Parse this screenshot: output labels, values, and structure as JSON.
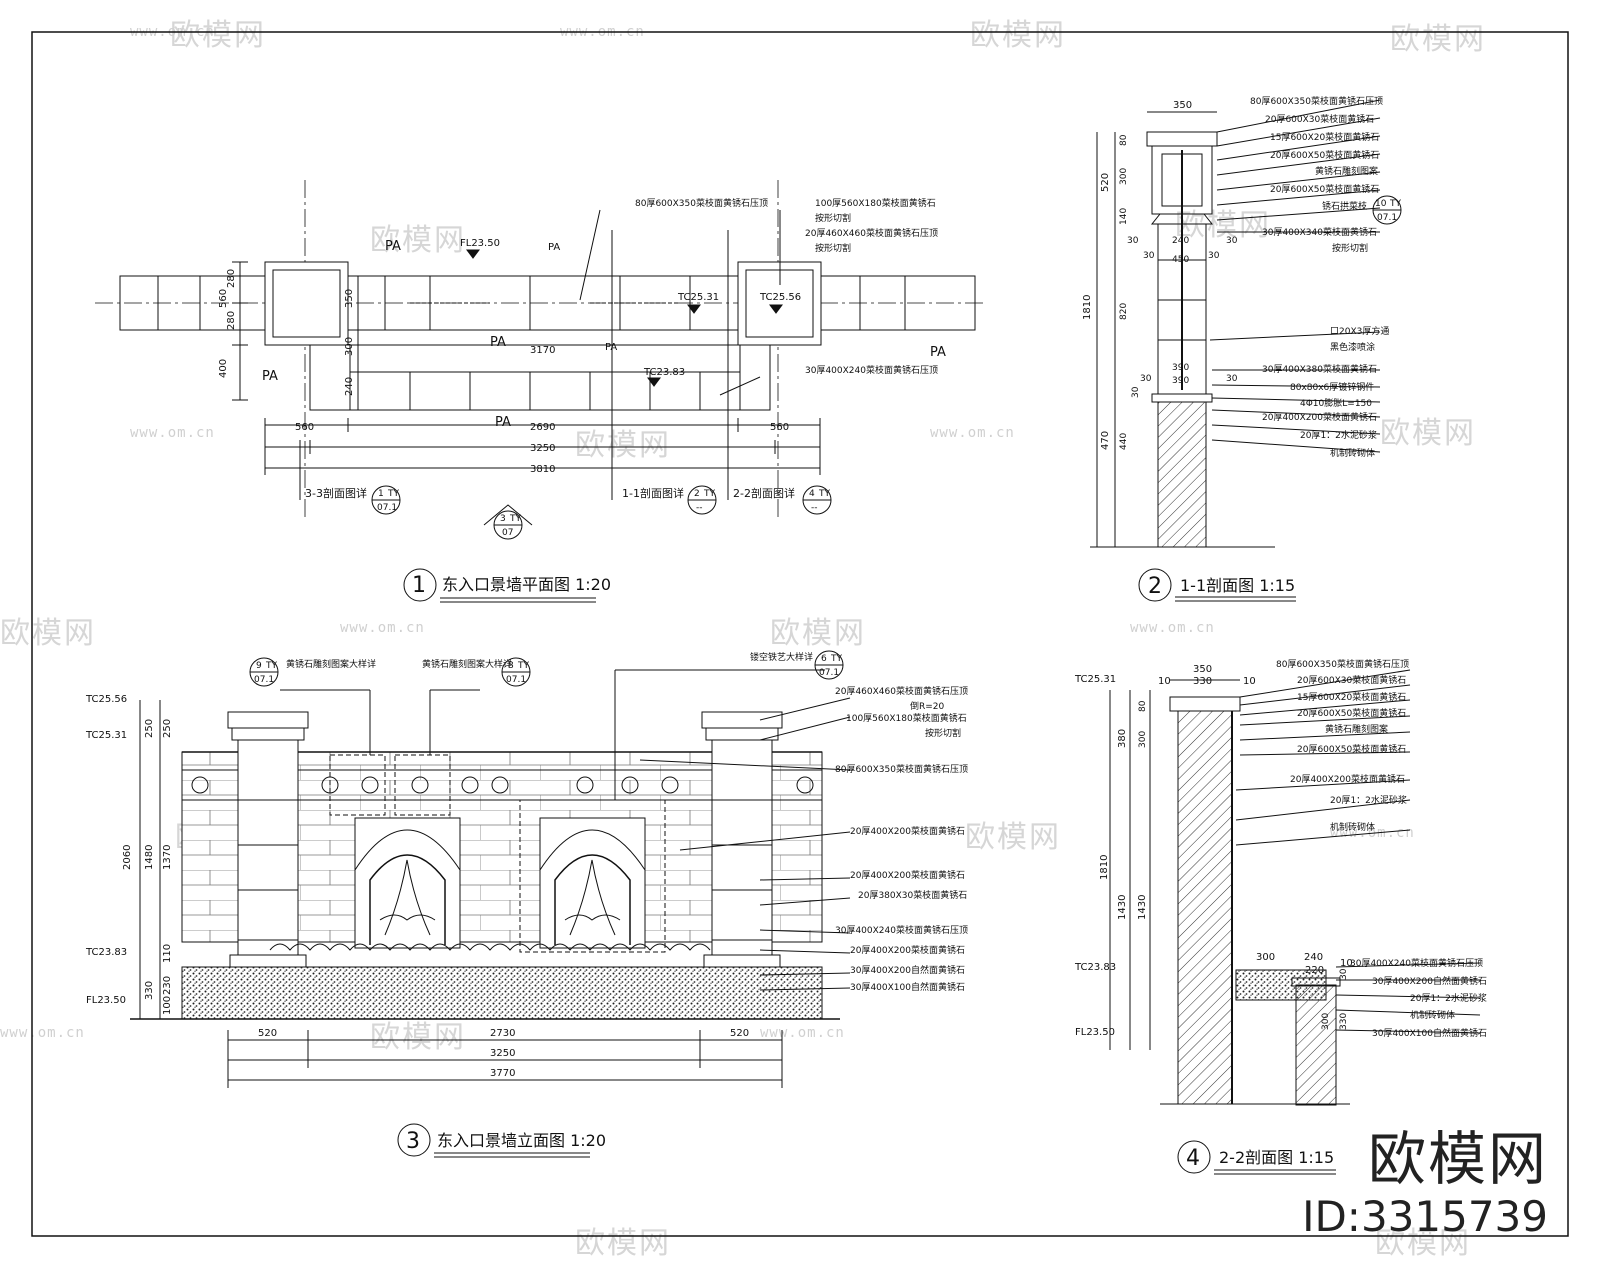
{
  "watermark_text": "欧模网",
  "watermark_url": "www.om.cn",
  "brand": {
    "logo": "欧模网",
    "id": "ID:3315739"
  },
  "views": {
    "plan": {
      "number": "1",
      "title": "东入口景墙平面图 1:20",
      "zone_labels": [
        "PA",
        "PA",
        "PA",
        "PA",
        "PA",
        "PA",
        "PA"
      ],
      "level_marks": [
        "FL23.50",
        "TC25.31",
        "TC25.56",
        "TC23.83"
      ],
      "dims": {
        "h_280": "280",
        "h_560": "560",
        "h_280b": "280",
        "h_400": "400",
        "v_350": "350",
        "v_300": "300",
        "v_240": "240",
        "d_3170": "3170",
        "d_560a": "560",
        "d_2690": "2690",
        "d_560b": "560",
        "d_3250": "3250",
        "d_3810": "3810"
      },
      "section_refs": [
        {
          "text": "3-3剖面图详",
          "num": "1",
          "code": "TY",
          "sheet": "07.1"
        },
        {
          "text": "1-1剖面图详",
          "num": "2",
          "code": "TY",
          "sheet": "--"
        },
        {
          "text": "2-2剖面图详",
          "num": "4",
          "code": "TY",
          "sheet": "--"
        }
      ],
      "elev_ref": {
        "num": "3",
        "code": "TY",
        "sheet": "07"
      },
      "notes": [
        "80厚600X350菜枝面黄锈石压顶",
        "100厚560X180菜枝面黄锈石",
        "按形切割",
        "20厚460X460菜枝面黄锈石压顶",
        "按形切割",
        "30厚400X240菜枝面黄锈石压顶"
      ]
    },
    "section11": {
      "number": "2",
      "title": "1-1剖面图 1:15",
      "dims": {
        "top": "350",
        "h520": "520",
        "h80": "80",
        "h300": "300",
        "h140": "140",
        "h1810": "1810",
        "h820": "820",
        "h470": "470",
        "h440": "440",
        "w240": "240",
        "w450": "450",
        "w30a": "30",
        "w30b": "30",
        "w390": "390",
        "w30c": "30",
        "w30d": "30",
        "w30e": "30",
        "w30f": "30",
        "w390b": "390",
        "h30": "30"
      },
      "notes": [
        "80厚600X350菜枝面黄锈石压顶",
        "20厚600X30菜枝面黄锈石",
        "15厚600X20菜枝面黄锈石",
        "20厚600X50菜枝面黄锈石",
        "黄锈石雕刻图案",
        "20厚600X50菜枝面黄锈石",
        "锈石拱菜枝",
        "30厚400X340菜枝面黄锈石",
        "按形切割",
        "口20X3厚方通",
        "黑色漆喷涂",
        "30厚400X380菜枝面黄锈石",
        "80x80x6厚镀锌钢件",
        "4Φ10膨胀L=150",
        "20厚400X200菜枝面黄锈石",
        "20厚1：2水泥砂浆",
        "机制砖砌体"
      ],
      "ref": {
        "num": "10",
        "code": "TY",
        "sheet": "07.1"
      }
    },
    "elevation": {
      "number": "3",
      "title": "东入口景墙立面图 1:20",
      "level_marks": [
        "TC25.56",
        "TC25.31",
        "TC23.83",
        "FL23.50"
      ],
      "dims": {
        "h250a": "250",
        "h250b": "250",
        "h2060": "2060",
        "h1480": "1480",
        "h1370": "1370",
        "h110": "110",
        "h330": "330",
        "h230": "230",
        "h100": "100",
        "w520a": "520",
        "w2730": "2730",
        "w520b": "520",
        "w3250": "3250",
        "w3770": "3770"
      },
      "refs": [
        {
          "text": "黄锈石雕刻图案大样详",
          "num": "9",
          "code": "TY",
          "sheet": "07.1"
        },
        {
          "text": "黄锈石雕刻图案大样详",
          "num": "8",
          "code": "TY",
          "sheet": "07.1"
        },
        {
          "text": "镂空铁艺大样详",
          "num": "6",
          "code": "TY",
          "sheet": "07.1"
        }
      ],
      "notes": [
        "20厚460X460菜枝面黄锈石压顶",
        "倒R=20",
        "100厚560X180菜枝面黄锈石",
        "按形切割",
        "80厚600X350菜枝面黄锈石压顶",
        "20厚400X200菜枝面黄锈石",
        "20厚400X200菜枝面黄锈石",
        "20厚380X30菜枝面黄锈石",
        "30厚400X240菜枝面黄锈石压顶",
        "20厚400X200菜枝面黄锈石",
        "30厚400X200自然面黄锈石",
        "30厚400X100自然面黄锈石"
      ]
    },
    "section22": {
      "number": "4",
      "title": "2-2剖面图 1:15",
      "level_marks": [
        "TC25.31",
        "TC23.83",
        "FL23.50"
      ],
      "dims": {
        "w350": "350",
        "w330": "330",
        "w10a": "10",
        "w10b": "10",
        "h80": "80",
        "h380": "380",
        "h300": "300",
        "h1810": "1810",
        "h1430a": "1430",
        "h1430b": "1430",
        "w300": "300",
        "w240": "240",
        "w220": "220",
        "w10c": "10",
        "h30": "30",
        "h300b": "300",
        "h330": "330"
      },
      "notes": [
        "80厚600X350菜枝面黄锈石压顶",
        "20厚600X30菜枝面黄锈石",
        "15厚600X20菜枝面黄锈石",
        "20厚600X50菜枝面黄锈石",
        "黄锈石雕刻图案",
        "20厚600X50菜枝面黄锈石",
        "20厚400X200菜枝面黄锈石",
        "20厚1：2水泥砂浆",
        "机制砖砌体",
        "30厚400X240菜枝面黄锈石压顶",
        "30厚400X200自然面黄锈石",
        "20厚1：2水泥砂浆",
        "机制砖砌体",
        "30厚400X100自然面黄锈石"
      ]
    }
  }
}
